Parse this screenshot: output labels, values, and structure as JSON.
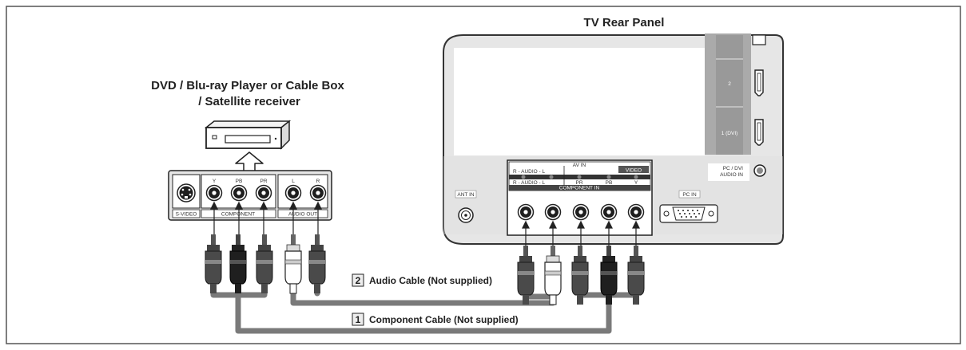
{
  "titles": {
    "tv_panel": "TV Rear Panel",
    "source_line1": "DVD / Blu-ray Player or Cable Box",
    "source_line2": "/ Satellite receiver"
  },
  "source_panel": {
    "labels": [
      "Y",
      "PB",
      "PR",
      "L",
      "R"
    ],
    "groups": [
      "S-VIDEO",
      "COMPONENT",
      "AUDIO OUT"
    ]
  },
  "tv_panel": {
    "ant_in": "ANT IN",
    "av_in": "AV IN",
    "video": "VIDEO",
    "audio_row1": "R - AUDIO - L",
    "audio_row2": "R - AUDIO - L",
    "component_in": "COMPONENT IN",
    "component_labels": [
      "PR",
      "PB",
      "Y"
    ],
    "pc_in": "PC IN",
    "pc_dvi_audio_line1": "PC / DVI",
    "pc_dvi_audio_line2": "AUDIO IN",
    "hdmi_labels": [
      "2",
      "1 (DVI)"
    ]
  },
  "cables": [
    {
      "number": "2",
      "label": "Audio Cable (Not supplied)"
    },
    {
      "number": "1",
      "label": "Component Cable (Not supplied)"
    }
  ],
  "colors": {
    "panel_fill": "#e6e6e6",
    "cable": "#7a7a7a",
    "jack_dark": "#222222",
    "plug_dark": "#333333",
    "plug_mid": "#666666",
    "plug_light": "#ffffff"
  }
}
